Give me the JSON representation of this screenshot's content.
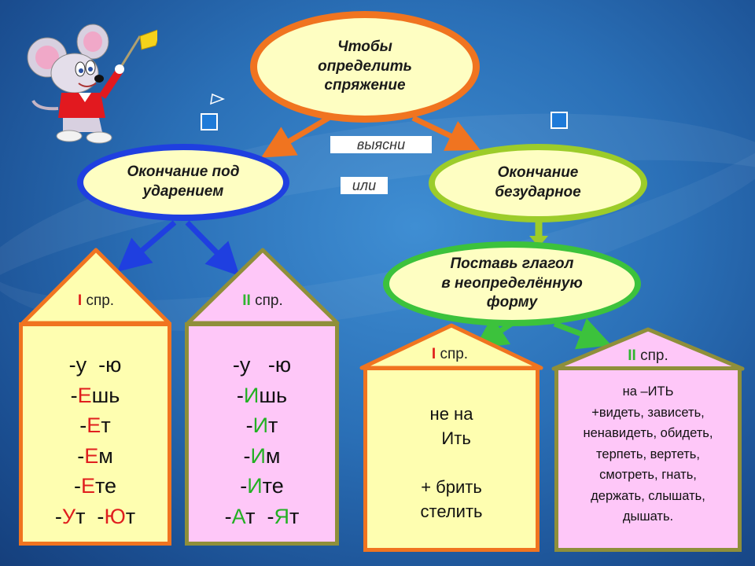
{
  "root": {
    "text": "Чтобы\nопределить\nспряжение"
  },
  "left_oval": {
    "text": "Окончание под\nударением"
  },
  "right_oval": {
    "text": "Окончание\nбезударное"
  },
  "infinitive_oval": {
    "text": "Поставь глагол\nв неопределённую\nформу"
  },
  "tag_find": "выясни",
  "tag_or": "или",
  "houses": [
    {
      "roman": "I",
      "suffix": " спр.",
      "roman_color": "#e0201b",
      "rows": [
        {
          "parts": [
            {
              "t": "-у  -ю",
              "c": "plain"
            }
          ]
        },
        {
          "parts": [
            {
              "t": "-",
              "c": "plain"
            },
            {
              "t": "Е",
              "c": "red"
            },
            {
              "t": "шь",
              "c": "plain"
            }
          ]
        },
        {
          "parts": [
            {
              "t": "-",
              "c": "plain"
            },
            {
              "t": "Е",
              "c": "red"
            },
            {
              "t": "т",
              "c": "plain"
            }
          ]
        },
        {
          "parts": [
            {
              "t": "-",
              "c": "plain"
            },
            {
              "t": "Е",
              "c": "red"
            },
            {
              "t": "м",
              "c": "plain"
            }
          ]
        },
        {
          "parts": [
            {
              "t": "-",
              "c": "plain"
            },
            {
              "t": "Е",
              "c": "red"
            },
            {
              "t": "те",
              "c": "plain"
            }
          ]
        },
        {
          "parts": [
            {
              "t": "-",
              "c": "plain"
            },
            {
              "t": "У",
              "c": "red"
            },
            {
              "t": "т  -",
              "c": "plain"
            },
            {
              "t": "Ю",
              "c": "red"
            },
            {
              "t": "т",
              "c": "plain"
            }
          ]
        }
      ]
    },
    {
      "roman": "II",
      "suffix": "  спр.",
      "roman_color": "#2fb52f",
      "rows": [
        {
          "parts": [
            {
              "t": "-у   -ю",
              "c": "plain"
            }
          ]
        },
        {
          "parts": [
            {
              "t": "-",
              "c": "plain"
            },
            {
              "t": "И",
              "c": "green"
            },
            {
              "t": "шь",
              "c": "plain"
            }
          ]
        },
        {
          "parts": [
            {
              "t": "-",
              "c": "plain"
            },
            {
              "t": "И",
              "c": "green"
            },
            {
              "t": "т",
              "c": "plain"
            }
          ]
        },
        {
          "parts": [
            {
              "t": "-",
              "c": "plain"
            },
            {
              "t": "И",
              "c": "green"
            },
            {
              "t": "м",
              "c": "plain"
            }
          ]
        },
        {
          "parts": [
            {
              "t": "-",
              "c": "plain"
            },
            {
              "t": "И",
              "c": "green"
            },
            {
              "t": "те",
              "c": "plain"
            }
          ]
        },
        {
          "parts": [
            {
              "t": "-",
              "c": "plain"
            },
            {
              "t": "А",
              "c": "green"
            },
            {
              "t": "т  -",
              "c": "plain"
            },
            {
              "t": "Я",
              "c": "green"
            },
            {
              "t": "т",
              "c": "plain"
            }
          ]
        }
      ]
    }
  ],
  "house3": {
    "roman": "I",
    "suffix": " спр.",
    "lines": [
      "не на",
      "  Ить",
      "",
      "+ брить",
      "стелить"
    ]
  },
  "house4": {
    "roman": "II",
    "suffix": " спр.",
    "lines": [
      "на –ИТЬ",
      "+видеть, зависеть,",
      "ненавидеть, обидеть,",
      "терпеть, вертеть,",
      "смотреть, гнать,",
      "держать, слышать,",
      "дышать."
    ]
  },
  "colors": {
    "root_border": "#f07420",
    "left_border": "#1f3fe0",
    "right_border": "#9ccc2a",
    "infinitive_border": "#3cc23c",
    "house1_fill": "#fefeb0",
    "house2_fill": "#fec7f8",
    "house_border_orange": "#f07420",
    "house_border_olive": "#8f8f3a"
  }
}
